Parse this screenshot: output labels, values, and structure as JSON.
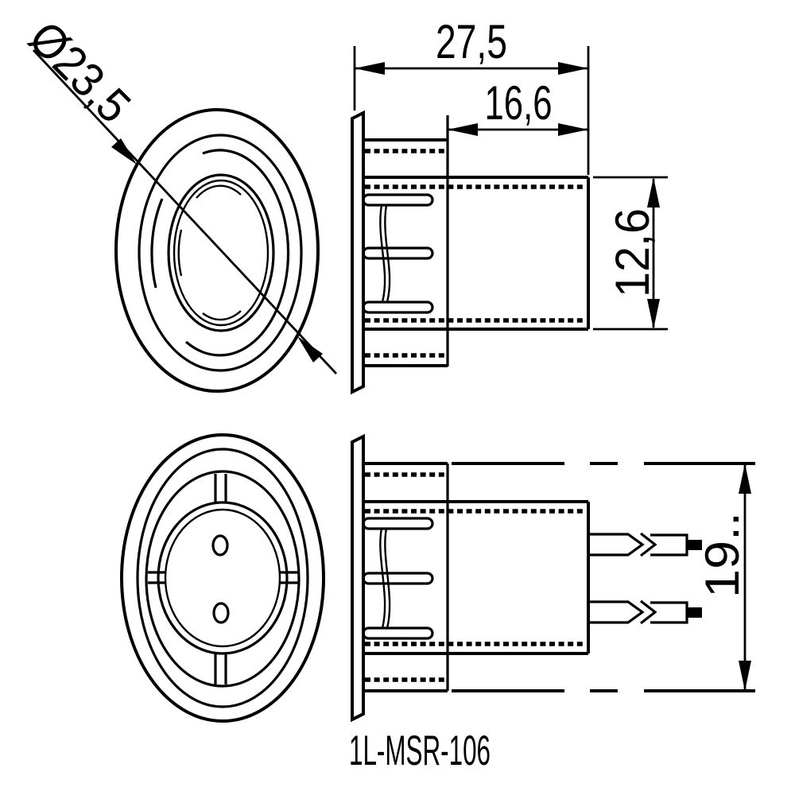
{
  "drawing": {
    "part_label": "1L-MSR-106",
    "dimensions": {
      "flange_diameter": "Ø23,5",
      "overall_length": "27,5",
      "body_length": "16,6",
      "body_diameter": "12,6",
      "depth_with_leads": "19.."
    },
    "colors": {
      "line": "#000000",
      "background": "#ffffff"
    }
  }
}
